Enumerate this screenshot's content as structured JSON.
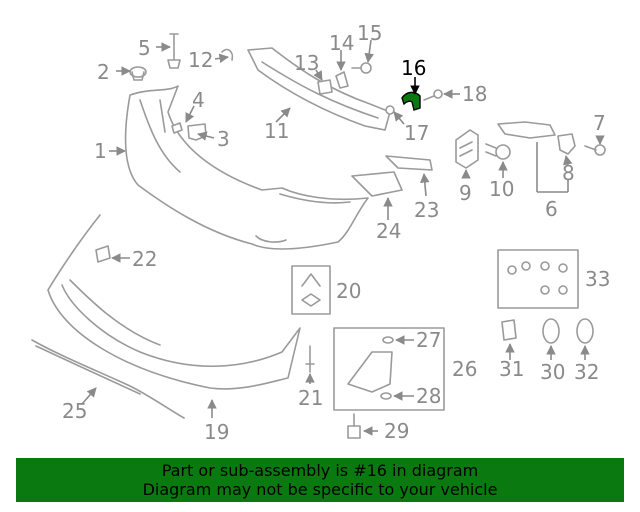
{
  "highlight_color": "#0a7a10",
  "banner": {
    "line1": "Part or sub-assembly is #16 in diagram",
    "line2": "Diagram may not be specific to your vehicle"
  },
  "callouts": {
    "c1": "1",
    "c2": "2",
    "c3": "3",
    "c4": "4",
    "c5": "5",
    "c6": "6",
    "c7": "7",
    "c8": "8",
    "c9": "9",
    "c10": "10",
    "c11": "11",
    "c12": "12",
    "c13": "13",
    "c14": "14",
    "c15": "15",
    "c16": "16",
    "c17": "17",
    "c18": "18",
    "c19": "19",
    "c20": "20",
    "c21": "21",
    "c22": "22",
    "c23": "23",
    "c24": "24",
    "c25": "25",
    "c26": "26",
    "c27": "27",
    "c28": "28",
    "c29": "29",
    "c30": "30",
    "c31": "31",
    "c32": "32",
    "c33": "33"
  }
}
